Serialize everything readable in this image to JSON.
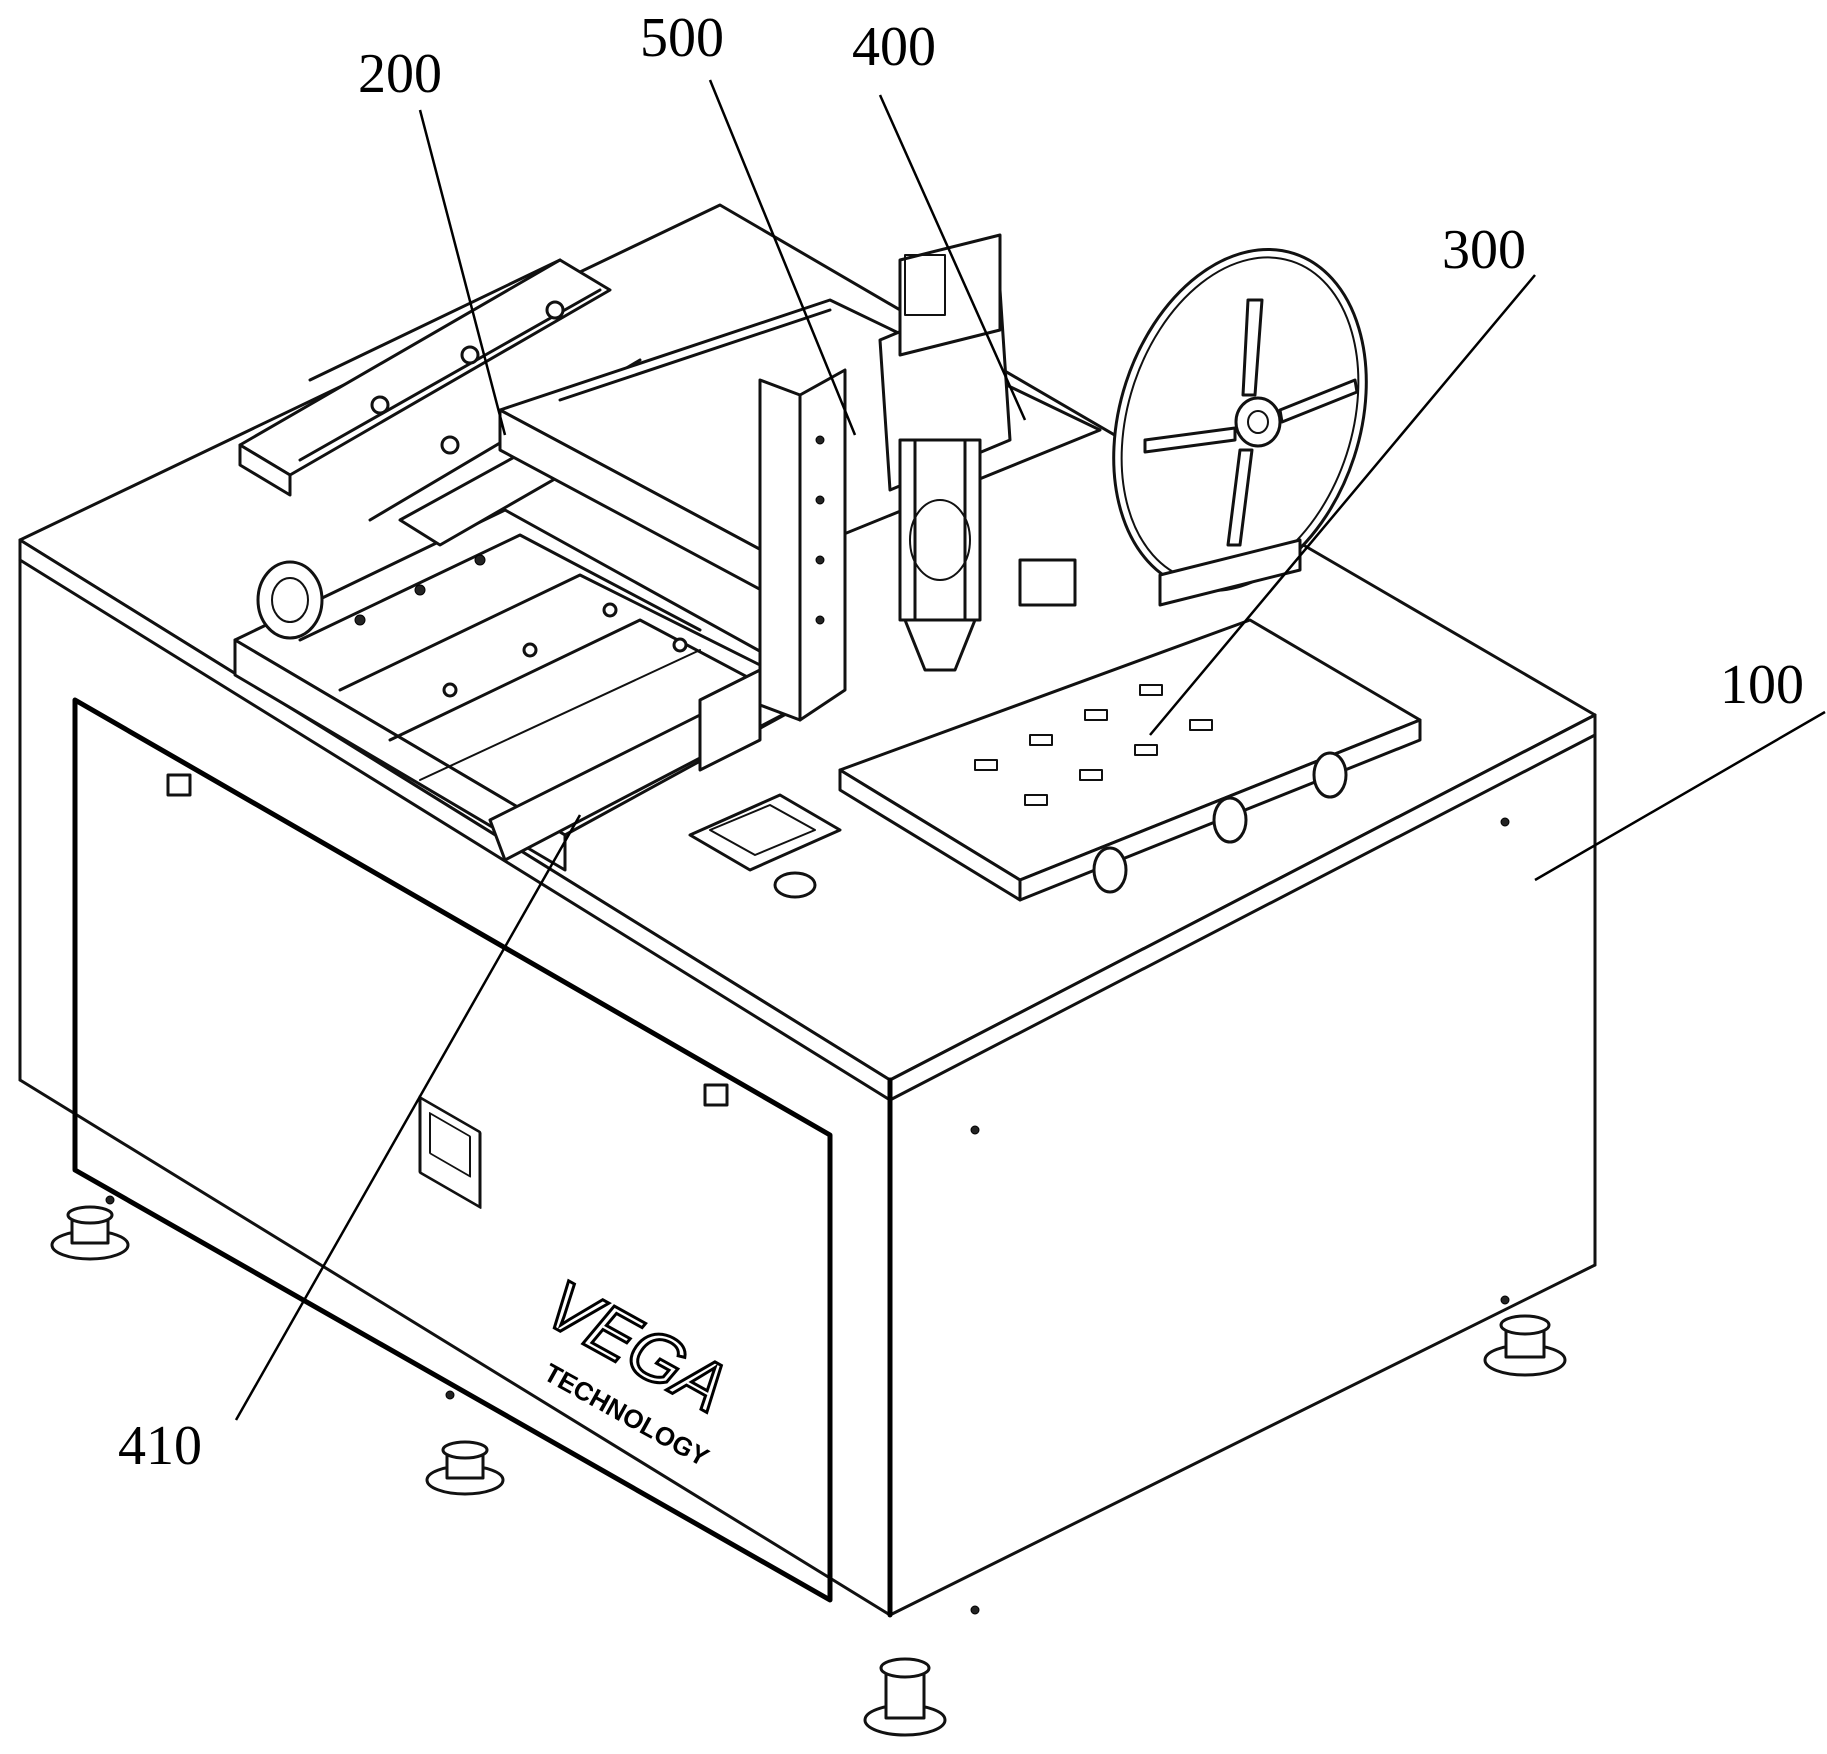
{
  "figure": {
    "labels": [
      {
        "id": "label-100",
        "text": "100"
      },
      {
        "id": "label-200",
        "text": "200"
      },
      {
        "id": "label-300",
        "text": "300"
      },
      {
        "id": "label-400",
        "text": "400"
      },
      {
        "id": "label-410",
        "text": "410"
      },
      {
        "id": "label-500",
        "text": "500"
      }
    ],
    "logo_text": "VEGA",
    "logo_subtext": "TECHNOLOGY"
  },
  "colors": {
    "line": "#000000",
    "background": "#ffffff"
  }
}
